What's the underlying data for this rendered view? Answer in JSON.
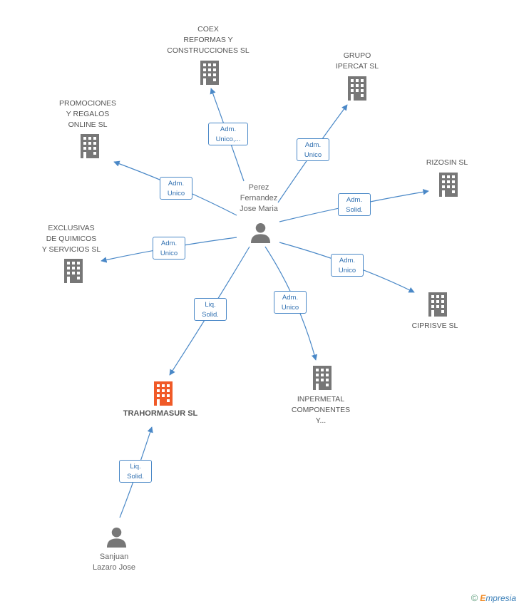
{
  "center_person": {
    "name": "Perez\nFernandez\nJose Maria"
  },
  "second_person": {
    "name": "Sanjuan\nLazaro Jose"
  },
  "companies": {
    "coex": "COEX\nREFORMAS Y\nCONSTRUCCIONES SL",
    "grupo_ipercat": "GRUPO\nIPERCAT  SL",
    "promociones": "PROMOCIONES\nY REGALOS\nONLINE  SL",
    "rizosin": "RIZOSIN SL",
    "exclusivas": "EXCLUSIVAS\nDE QUIMICOS\nY SERVICIOS SL",
    "ciprisve": "CIPRISVE SL",
    "trahormasur": "TRAHORMASUR SL",
    "inpermetal": "INPERMETAL\nCOMPONENTES\nY..."
  },
  "edges": {
    "coex": "Adm.\nUnico,...",
    "grupo_ipercat": "Adm.\nUnico",
    "promociones": "Adm.\nUnico",
    "rizosin": "Adm.\nSolid.",
    "exclusivas": "Adm.\nUnico",
    "ciprisve": "Adm.\nUnico",
    "inpermetal": "Adm.\nUnico",
    "trahormasur": "Liq.\nSolid.",
    "sanjuan": "Liq.\nSolid."
  },
  "colors": {
    "edge": "#4a88c7",
    "company_icon": "#777777",
    "main_company_icon": "#f05a28",
    "person_icon": "#777777"
  },
  "brand": {
    "copyright": "©",
    "first_letter": "E",
    "rest": "mpresia"
  }
}
